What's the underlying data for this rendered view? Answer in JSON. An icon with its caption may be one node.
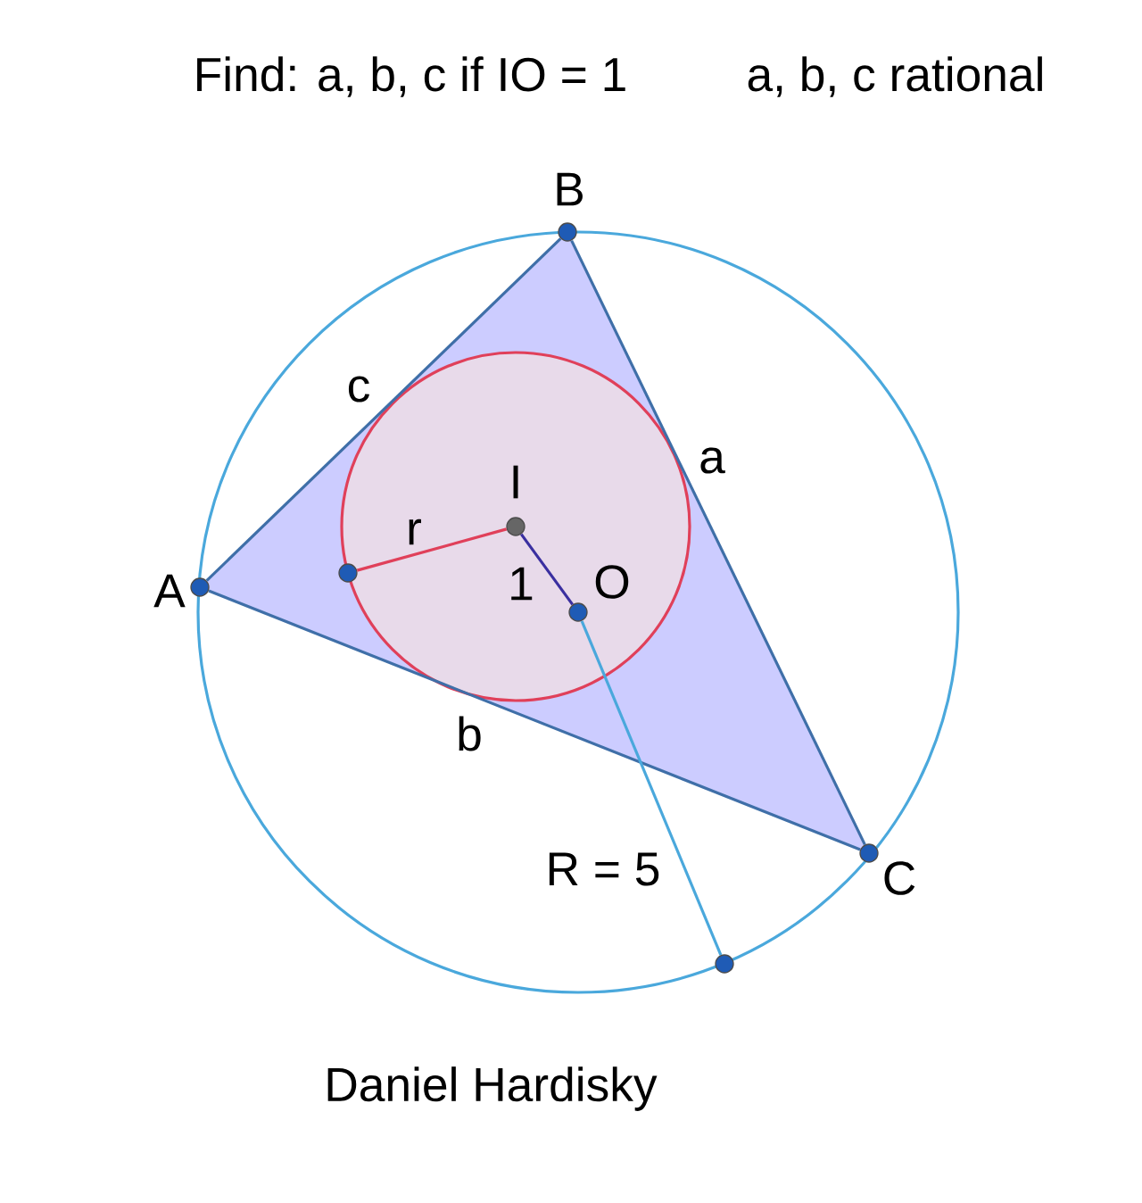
{
  "diagram": {
    "title": "Find: a, b, c if IO = 1",
    "nodes": [
      {
        "text": [],
        "shape": "circle",
        "beside": [
          "A"
        ]
      },
      {
        "text": [],
        "shape": "circle",
        "beside": [
          "B"
        ]
      },
      {
        "text": [],
        "shape": "circle",
        "beside": [
          "C"
        ]
      },
      {
        "text": [],
        "shape": "circle",
        "beside": [
          "I"
        ]
      },
      {
        "text": [],
        "shape": "circle",
        "beside": [
          "O"
        ]
      },
      {
        "text": [],
        "shape": "circle"
      },
      {
        "text": [],
        "shape": "circle"
      }
    ],
    "edges": [
      {
        "from": 0,
        "to": 1,
        "arrow": "none",
        "label": "c"
      },
      {
        "from": 1,
        "to": 2,
        "arrow": "none",
        "label": "a"
      },
      {
        "from": 2,
        "to": 0,
        "arrow": "none",
        "label": "b"
      },
      {
        "from": 3,
        "to": 5,
        "arrow": "none",
        "label": "r",
        "color": "#e0405a"
      },
      {
        "from": 3,
        "to": 4,
        "arrow": "none",
        "label": "1",
        "color": "#3a2fa0"
      },
      {
        "from": 4,
        "to": 6,
        "arrow": "none",
        "label": "R = 5",
        "color": "#4aa8dc"
      }
    ],
    "labels": [
      "a, b, c rational",
      "Daniel Hardisky"
    ]
  }
}
